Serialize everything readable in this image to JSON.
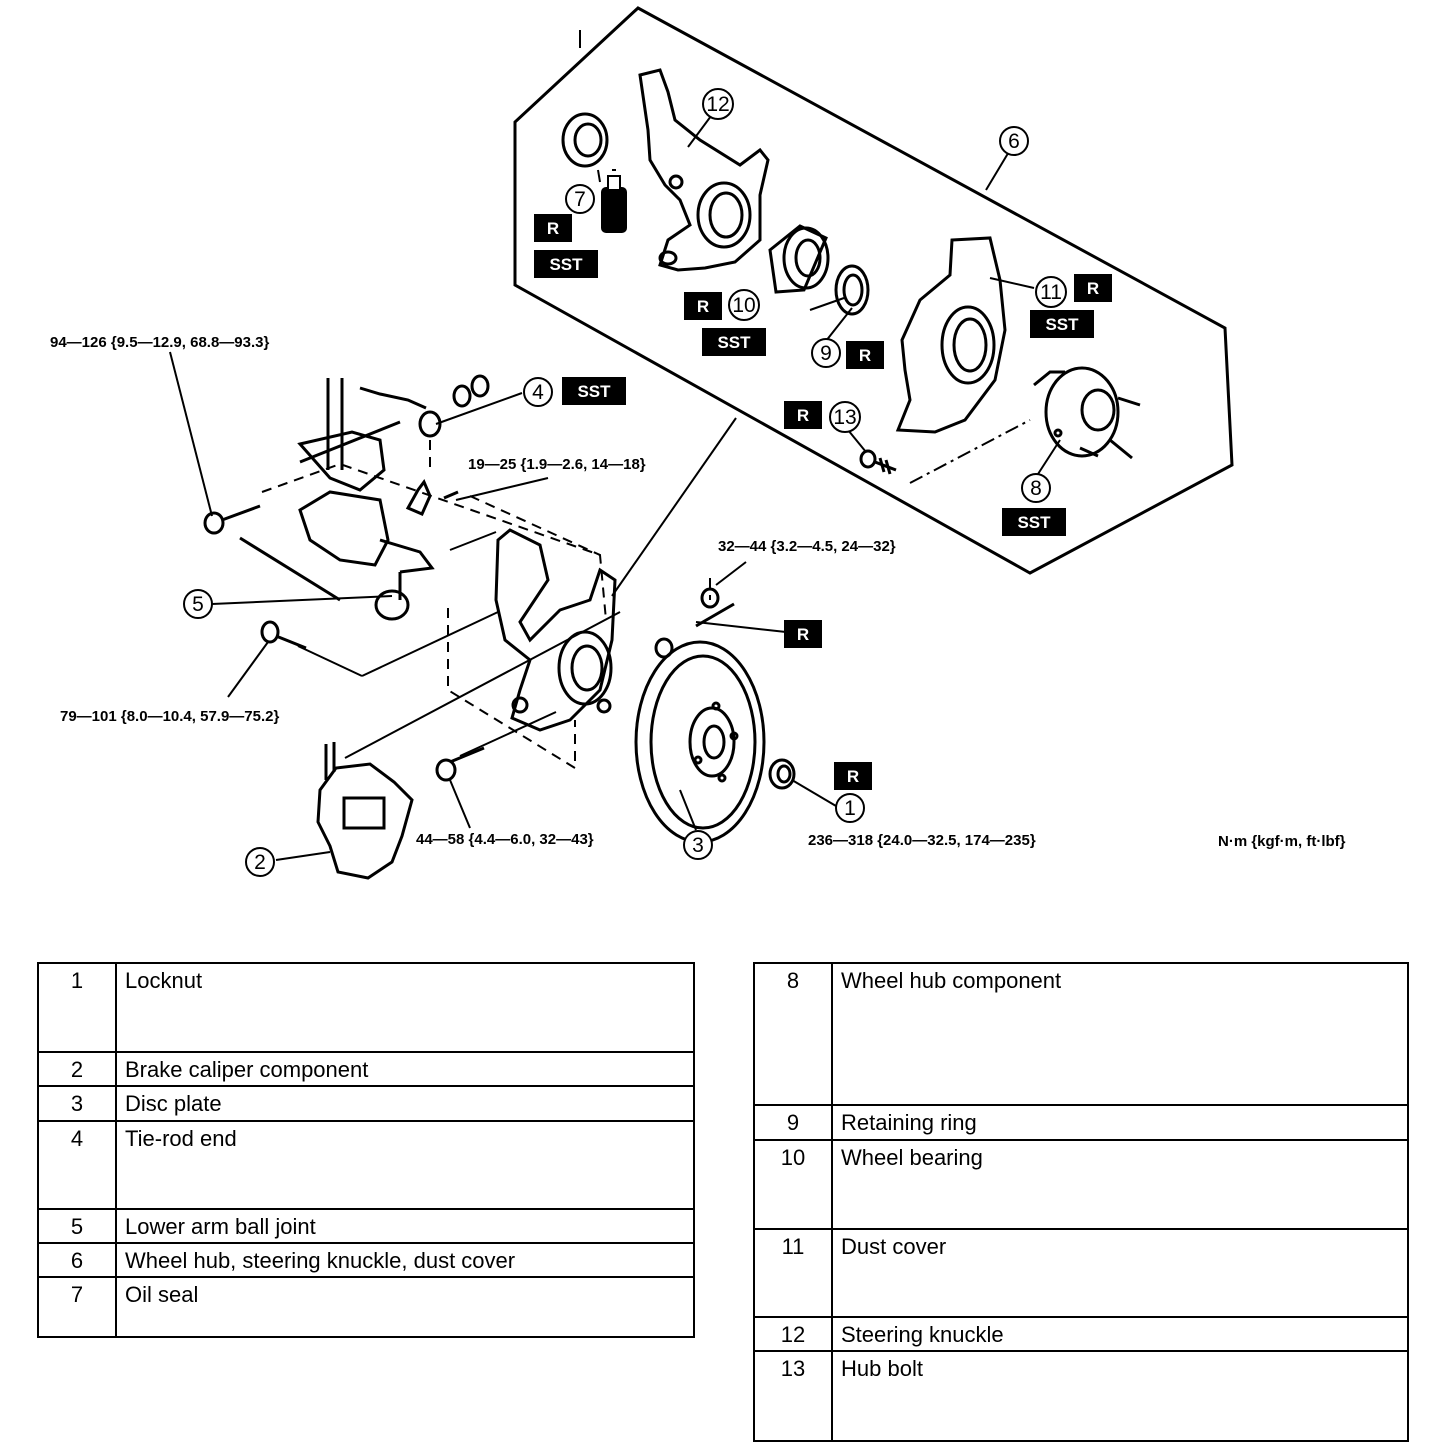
{
  "diagram": {
    "callouts": [
      "1",
      "2",
      "3",
      "4",
      "5",
      "6",
      "7",
      "8",
      "9",
      "10",
      "11",
      "12",
      "13"
    ],
    "tags": {
      "r": "R",
      "sst": "SST"
    },
    "torques": {
      "t_94_126": "94—126 {9.5—12.9, 68.8—93.3}",
      "t_19_25": "19—25 {1.9—2.6, 14—18}",
      "t_32_44": "32—44 {3.2—4.5, 24—32}",
      "t_79_101": "79—101 {8.0—10.4, 57.9—75.2}",
      "t_44_58": "44—58 {4.4—6.0, 32—43}",
      "t_236_318": "236—318 {24.0—32.5, 174—235}"
    },
    "units": "N·m {kgf·m, ft·lbf}"
  },
  "parts_left": [
    {
      "num": "1",
      "name": "Locknut"
    },
    {
      "num": "2",
      "name": "Brake caliper component"
    },
    {
      "num": "3",
      "name": "Disc plate"
    },
    {
      "num": "4",
      "name": "Tie-rod end"
    },
    {
      "num": "5",
      "name": "Lower arm ball joint"
    },
    {
      "num": "6",
      "name": "Wheel hub, steering knuckle, dust cover"
    },
    {
      "num": "7",
      "name": "Oil seal"
    }
  ],
  "parts_right": [
    {
      "num": "8",
      "name": "Wheel hub component"
    },
    {
      "num": "9",
      "name": "Retaining ring"
    },
    {
      "num": "10",
      "name": "Wheel bearing"
    },
    {
      "num": "11",
      "name": "Dust cover"
    },
    {
      "num": "12",
      "name": "Steering knuckle"
    },
    {
      "num": "13",
      "name": "Hub bolt"
    }
  ]
}
